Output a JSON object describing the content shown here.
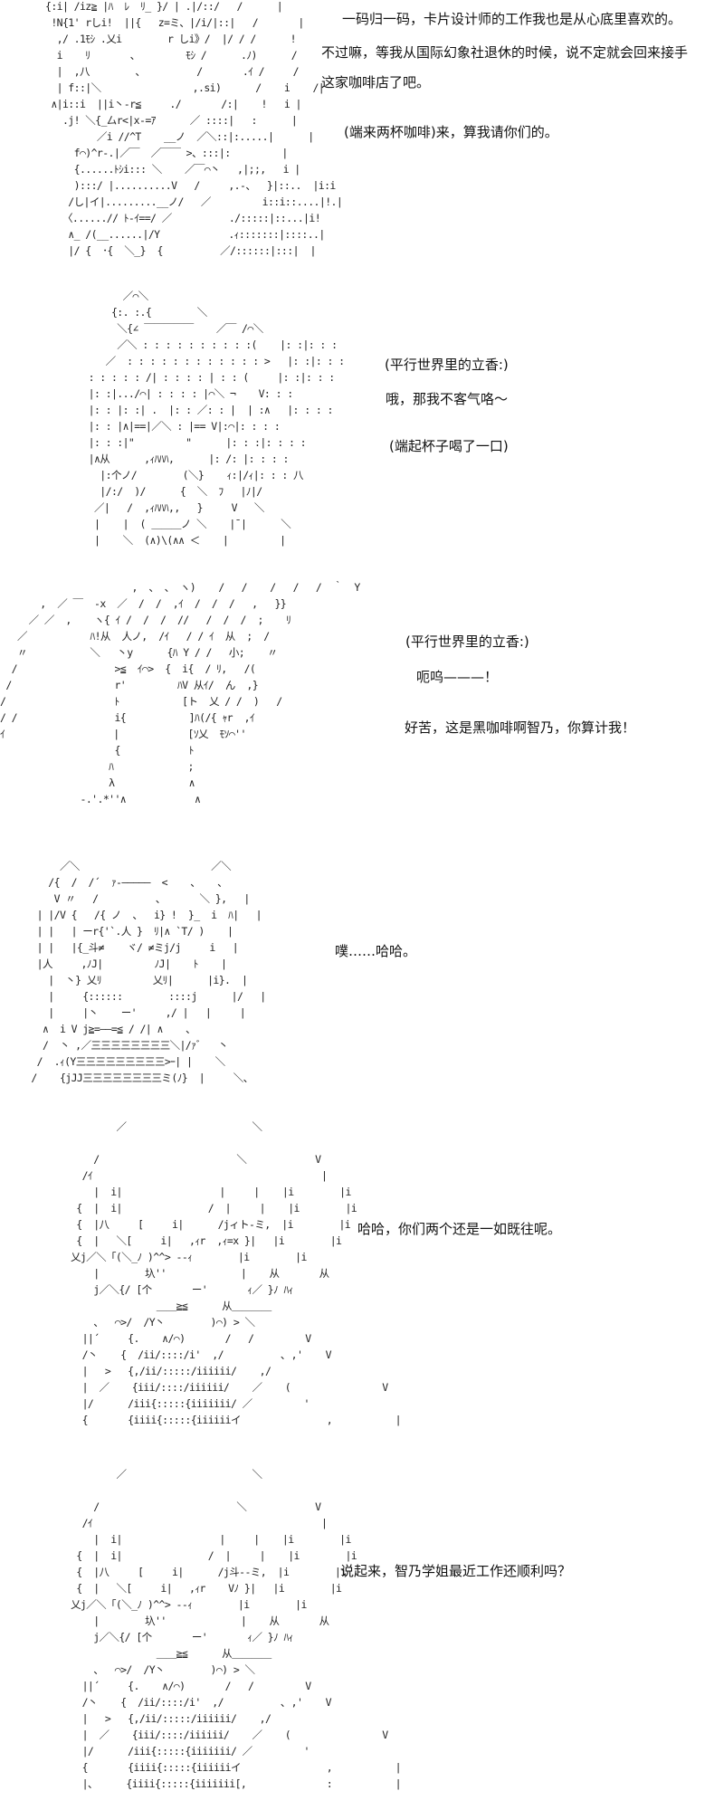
{
  "panels": [
    {
      "art": "{:i| /iz≧ |ﾊ  ﾚ  ﾘ_ }/ | .|/::/   /      |\n !N{1' rしi!  ||{   z=ミ、|/i/|::|   /       |\n  ,/ .1ﾓｼ .乂i        r しi》/  |/ / /      !\n  i    ﾘ       、        ﾓｼ /      .ﾉ)      /\n  |  ,八        、         /       .ｲ /     /\n  | f::|＼                ,.si)      /    i    /|\n ∧|i::i  ||i丶-r≦     ./       /:|    !   i |\n   .j! ＼{_厶r<|x-=ｱ      ／ ::::|   :      |\n         ／i //^T    __ノ  ／＼::|:.....|      |\n     f⌒)^r-.|／￣  ／￣￣ >、:::|:         |\n     {......ﾄｼi::: ＼    ／￣⌒丶   ,|;;,   i |\n     ):::/ |..........V   /     ,.-、  }|::..  |i:i\n    /し|イ|.........__ノ/   ／         i::i::....|!.|\n   〈......// ﾄ-ｲ==/ ／          ./:::::|::...|i!\n    ∧_ /(__......|/Y            .ｨ:::::::|::::..|\n    |/ {  ･{  ＼_}  {          ／/::::::|:::|  |",
      "lines": [
        "一码归一码，卡片设计师的工作我也是从心底里喜欢的。",
        "不过嘛，等我从国际幻象社退休的时候，说不定就会回来接手",
        "这家咖啡店了吧。",
        "(端来两杯咖啡)来，算我请你们的。"
      ]
    },
    {
      "art": "        ／⌒＼\n      {:. :.{        ＼\n       ＼{∠ ￣￣￣￣￣    ／￣ /⌒＼\n       ／＼ : : : : : : : : : :(    |: :|: : :\n     ／  : : : : : : : : : : : : >   |: :|: : :\n  : : : : : /| : : : : | : : (     |: :|: : :\n  |: :|.../⌒| : : : : |⌒＼ ¬    V: : :\n  |: : |: :| .  |: : ／: : |  | :∧   |: : : :\n  |: : |∧|==|／＼ : |== V|:⌒|: : : :\n  |: : :|\"         \"      |: : :|: : : :\n  |∧从      ,ｨﾊﾊﾊ,      |: /: |: : : :\n    |:个ノ/        (＼}    ｨ:|/ｨ|: : : 八\n    |/:/  )/      {  ＼  ﾌ   |ﾉ|/\n   ／|   /  ,ｨﾊﾊﾊ,,   }     V   ＼\n   |    |  ( ＿＿＿ノ ＼    |¯|      ＼\n   |    ＼  (∧)\\(∧∧ ＜    |         |",
      "lines": [
        "(平行世界里的立香:)",
        "哦，那我不客气咯～",
        "(端起杯子喝了一口)"
      ]
    },
    {
      "art": "                       ,  、 、 ヽ)    /   /    /   /   /  ｀  Y\n       ,  ／ ￣  -x  ／  /  /  ,ｲ  /  /  /   ,   }}\n     ／ ／  ,    ヽ{ ｲ /  /  /  //   /  /  /  ;    ﾘ\n   ／           ﾊ!从  人ノ,  /ｲ   / / ｲ  从  ;  /\n   〃           ＼   丶y      {ﾊ Y / /   小;    〃\n  /                 >≦  ｲ⌒>  {  i{  / ﾘ,   /(\n /                  r'         ﾊV 从ｲ/  ん  ,}\n/                   ﾄ           [ト  乂 / /  )   /\n/ /                 i{           ]ﾊ(/{ ｬr  ,ｲ\nｲ                   |            [ｿ乂  ﾓｿ⌒''\n                    {            ﾄ\n                   ﾊ             ;\n                   λ             ∧\n              -.'.*''∧            ∧",
      "lines": [
        "(平行世界里的立香:)",
        "呃呜———！",
        "好苦，这是黑咖啡啊智乃，你算计我！"
      ]
    },
    {
      "art": "      ／＼                       ／＼\n    /{  /  /´  ｧ-―――――  <    、   、\n     V 〃   /          、      ＼ },   |\n  | |/V {   /{ ノ  、  i} !  }_  i  ﾊ|   |\n  | |   | ーr{'`.人 }  ﾘ|∧ `T/ )    |\n  | |   |{_斗≠    ヾ/ ≠ミj/j     i   |\n  |人     ,ﾉJ|         ﾉJ|    ﾄ    |\n    |  丶} 乂ﾘ         乂ﾘ|      |i}.  |\n    |     {::::::        ::::j      |/   |\n    |     |丶    ー'     ,/ |   |     |\n   ∧  i V j≧=――=≦ / /| ∧    、\n   /  丶 ,／三三三三三三三三＼|/ｧﾞ   丶\n  /  .ｨ(Y三三三三三三三三三>ｰ| |    ＼\n /    {jJJ三三三三三三三三ミ(ﾉ}  |     ＼、",
      "lines": [
        "噗……哈哈。"
      ]
    },
    {
      "art": "              ／                      ＼\n\n          /                        ＼            V\n        /ｲ                                        |\n          |  i|                 |     |    |i        |i\n       {  |  i|               /  |     |    |i        |i\n       {  |八     [     i|      /jィト-ミ,  |i        |i\n       {  |   ＼[     i|   ,ｨr  ,ｨ=x }|   |i        |i\n      乂j／＼「(＼_ﾉ )^^> --ｨ        |i        |i\n          |        圦''             |    从       从\n          j／＼{/ [个       ー'       ｨ／ }ﾉ ﾊｨ\n                     ＿＿≧≦      从＿＿＿＿\n          、  ⌒>/  /Y丶        )⌒) > ＼\n        ||´     {.    ∧/⌒)       /   /         V\n        /丶    {  /ii/::::/i'  ,/          ､ ,'    V\n        |   >   {,/ii/:::::/iiiiii/    ,/\n        |  ／    {iii/::::/iiiiii/    ／    (                V\n        |/      /iii{:::::{iiiiiii/ ／         '\n        {       {iiii{:::::{iiiiiiイ               ,           |",
      "lines": [
        "哈哈，你们两个还是一如既往呢。"
      ]
    },
    {
      "art": "              ／                      ＼\n\n          /                        ＼            V\n        /ｲ                                        |\n          |  i|                 |     |    |i        |i\n       {  |  i|               /  |     |    |i        |i\n       {  |八     [     i|      /j斗--ミ,  |i        |i\n       {  |   ＼[     i|   ,ｨr    Vﾉ }|   |i        |i\n      乂j／＼「(＼_ﾉ )^^> --ｨ        |i        |i\n          |        圦''             |    从       从\n          j／＼{/ [个       ー'       ｨ／ }ﾉ ﾊｨ\n                     ＿＿≧≦      从＿＿＿＿\n          、  ⌒>/  /Y丶        )⌒) > ＼\n        ||´     {.    ∧/⌒)       /   /         V\n        /丶    {  /ii/::::/i'  ,/          ､ ,'    V\n        |   >   {,/ii/:::::/iiiiii/    ,/\n        |  ／    {iii/::::/iiiiii/    ／    (                V\n        |/      /iii{:::::{iiiiiii/ ／         '\n        {       {iiii{:::::{iiiiiiイ               ,           |\n        |、     {iiii{:::::{iiiiiii[,              :           |",
      "lines": [
        "说起来，智乃学姐最近工作还顺利吗？"
      ]
    }
  ]
}
